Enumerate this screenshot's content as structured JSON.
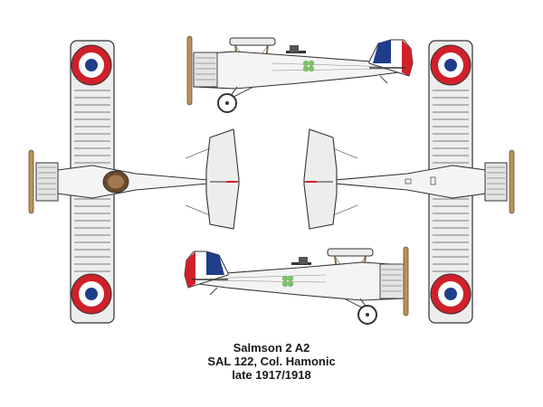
{
  "caption": {
    "model": "Salmson 2 A2",
    "unit": "SAL 122, Col. Hamonic",
    "date": "late 1917/1918"
  },
  "colors": {
    "outline": "#333333",
    "fabric": "#ededed",
    "roundel_blue": "#1f3d8a",
    "roundel_red": "#d0202a",
    "rudder_white": "#ffffff",
    "propeller": "#b8925a",
    "clover": "#7fbf6a"
  },
  "views": [
    "top-view",
    "profile-left",
    "underside-view",
    "profile-right"
  ]
}
